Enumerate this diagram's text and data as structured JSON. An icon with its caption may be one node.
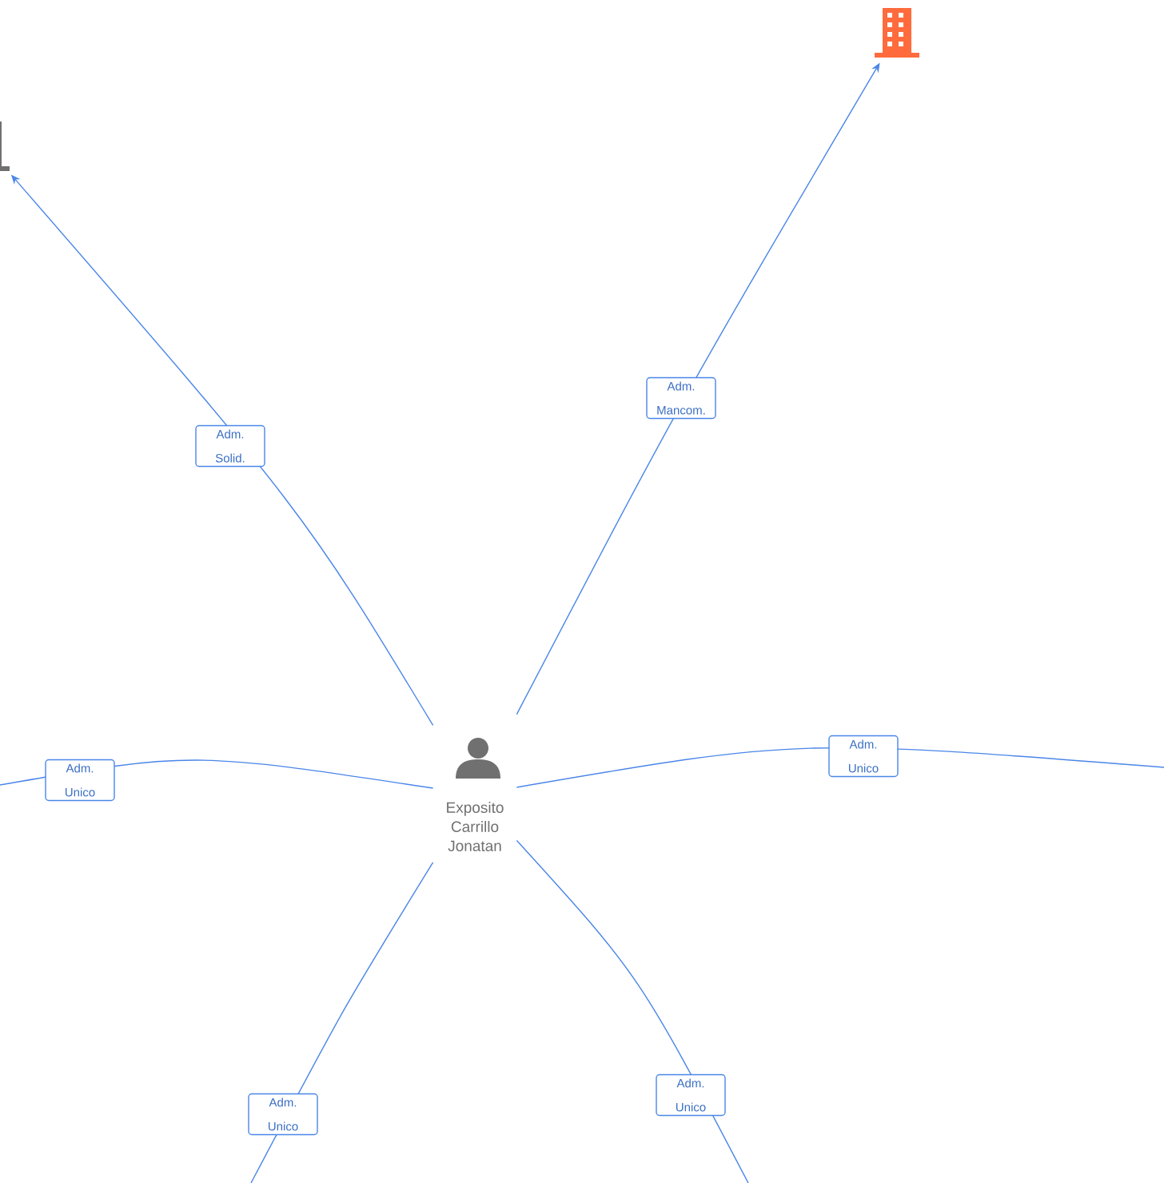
{
  "diagram": {
    "nodes": [
      {
        "text": [
          "Exposito Carrillo Jonatan"
        ]
      },
      {
        "text": [],
        "shape": "building"
      },
      {
        "text": [],
        "shape": "building"
      }
    ],
    "edges": [
      {
        "from": 0,
        "to": 1,
        "arrow": "to",
        "label": "Adm. Solid."
      },
      {
        "from": 0,
        "to": 2,
        "arrow": "to",
        "label": "Adm. Mancom."
      },
      {
        "from": 0,
        "to": null,
        "arrow": "none",
        "label": "Adm. Unico"
      },
      {
        "from": 0,
        "to": null,
        "arrow": "none",
        "label": "Adm. Unico"
      },
      {
        "from": 0,
        "to": null,
        "arrow": "none",
        "label": "Adm. Unico"
      },
      {
        "from": 0,
        "to": null,
        "arrow": "none",
        "label": "Adm. Unico"
      }
    ]
  }
}
